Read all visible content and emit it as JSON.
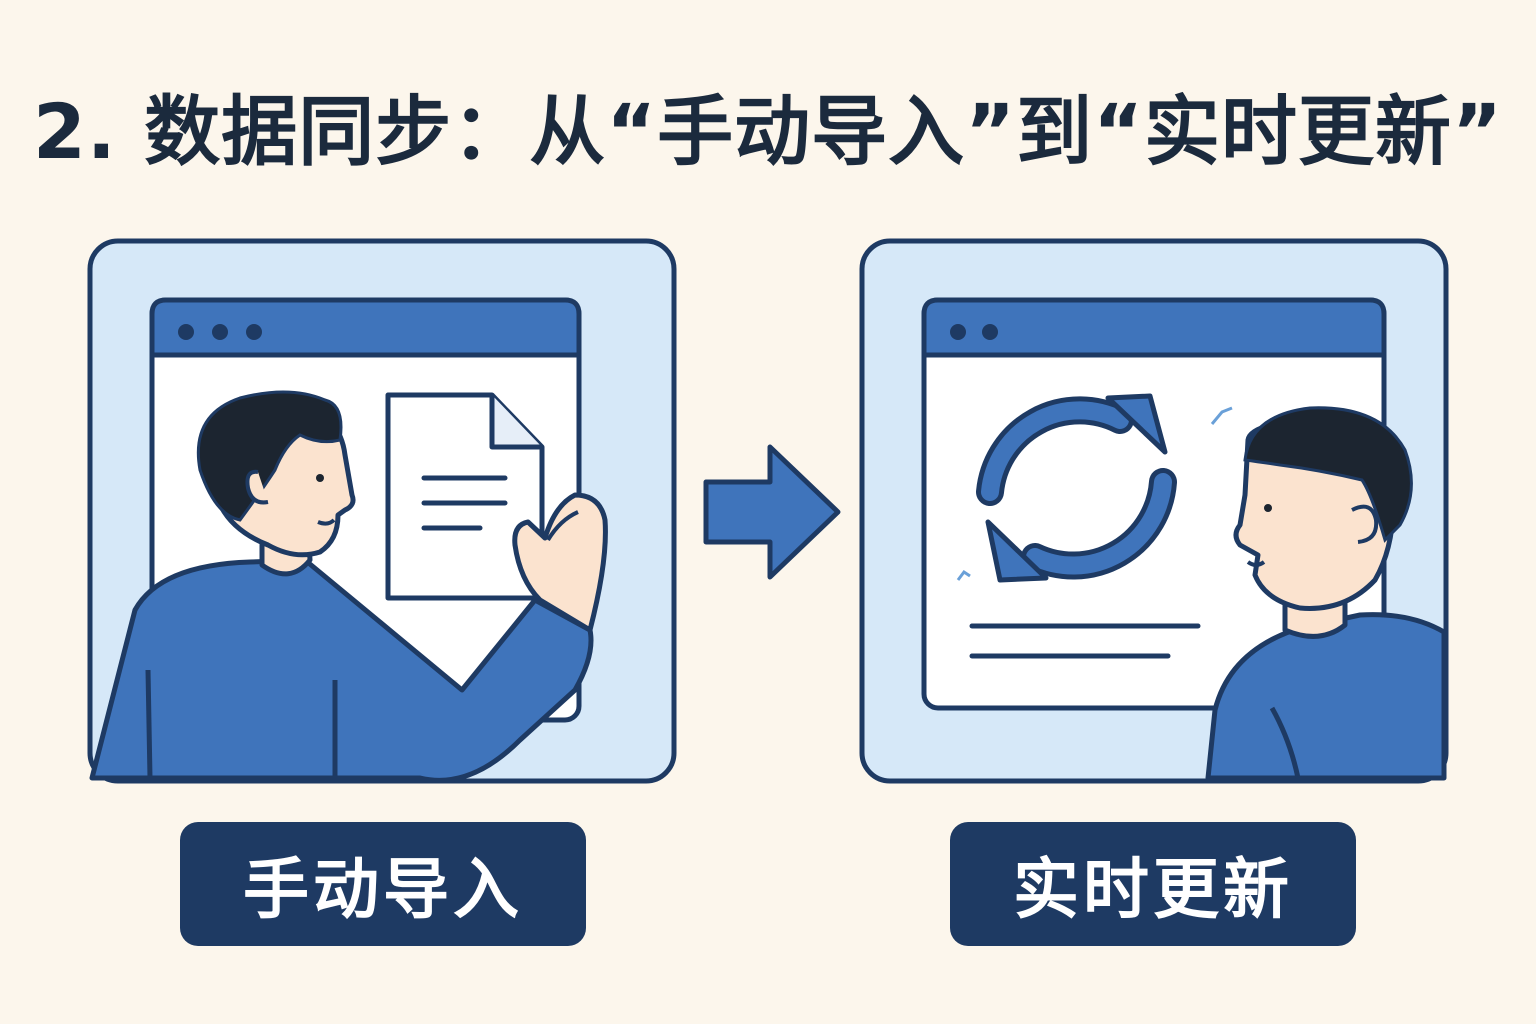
{
  "title": "2. 数据同步：从“手动导入”到“实时更新”",
  "labels": {
    "left": "手动导入",
    "right": "实时更新"
  },
  "icons": [
    "browser-window-icon",
    "document-icon",
    "sync-icon",
    "arrow-right-icon",
    "person-icon"
  ],
  "colors": {
    "background": "#fcf6ec",
    "panel_fill": "#d6e8f8",
    "outline": "#1e3a63",
    "accent_blue": "#3f74bb",
    "label_bg": "#1e3a63",
    "label_text": "#ffffff",
    "skin": "#fbe3cf",
    "hair": "#1c2530"
  }
}
